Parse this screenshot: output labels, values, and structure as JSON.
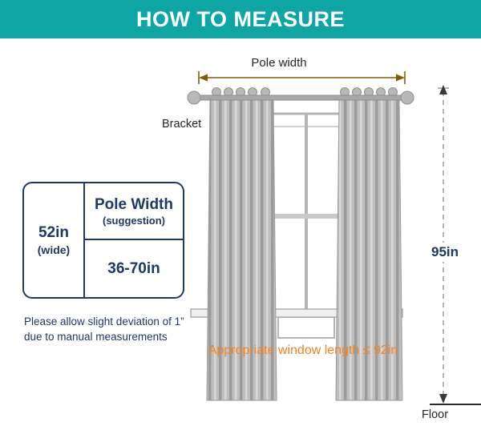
{
  "header": {
    "title": "HOW TO MEASURE"
  },
  "labels": {
    "pole_width": "Pole width",
    "bracket": "Bracket",
    "height": "95in",
    "floor": "Floor",
    "window_note": "Appropriate window length ≤ 92in"
  },
  "table": {
    "width_value": "52in",
    "width_sub": "(wide)",
    "pole_title": "Pole Width",
    "pole_sub": "(suggestion)",
    "pole_range": "36-70in"
  },
  "note": {
    "line1": "Please allow slight deviation of 1”",
    "line2": "due to manual measurements"
  },
  "colors": {
    "banner_teal": "#0ea5a5",
    "navy_text": "#1F3864",
    "orange_note": "#F5821F",
    "arrow_gold": "#7F6000",
    "curtain_gray": "#bfbfbf"
  }
}
